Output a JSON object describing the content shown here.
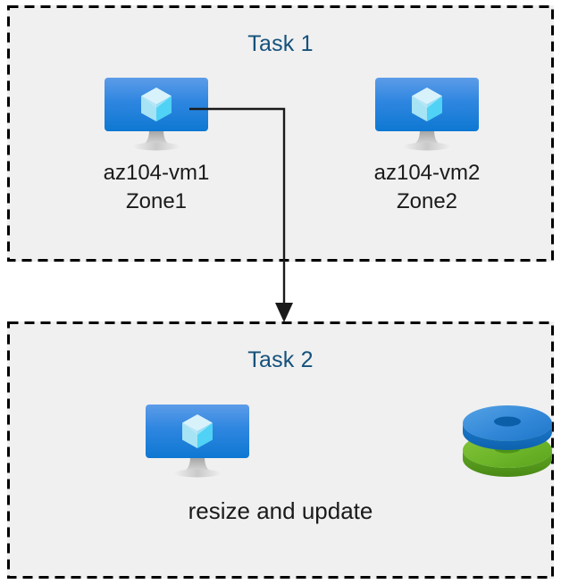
{
  "diagram": {
    "type": "azure-architecture-flow",
    "background_color": "#FFFFFF",
    "panel_fill": "#F0F0F0",
    "dash_color": "#000000",
    "title_color": "#14517B",
    "label_color": "#1A1A1A",
    "connector_color": "#1A1A1A"
  },
  "task1": {
    "title": "Task 1",
    "nodes": [
      {
        "icon": "virtual-machine-icon",
        "label": "az104-vm1\nZone1",
        "name": "az104-vm1",
        "zone": "Zone1"
      },
      {
        "icon": "virtual-machine-icon",
        "label": "az104-vm2\nZone2",
        "name": "az104-vm2",
        "zone": "Zone2"
      }
    ]
  },
  "task2": {
    "title": "Task 2",
    "caption": "resize and update",
    "icons": [
      {
        "icon": "virtual-machine-icon"
      },
      {
        "icon": "managed-disks-icon"
      }
    ]
  },
  "connector": {
    "from": "az104-vm1",
    "to": "Task 2",
    "arrow": "down-arrow"
  },
  "colors": {
    "vm_screen_top": "#4D95E8",
    "vm_screen_bottom": "#0F7AD4",
    "vm_stand": "#B3B3B3",
    "cube_top": "#D8F2FB",
    "cube_left": "#A6E3F4",
    "cube_right": "#4FD2F5",
    "disk_blue_top": "#3E93DC",
    "disk_blue_side": "#1076C8",
    "disk_green_top": "#76BB2E",
    "disk_green_side": "#57A31C"
  }
}
